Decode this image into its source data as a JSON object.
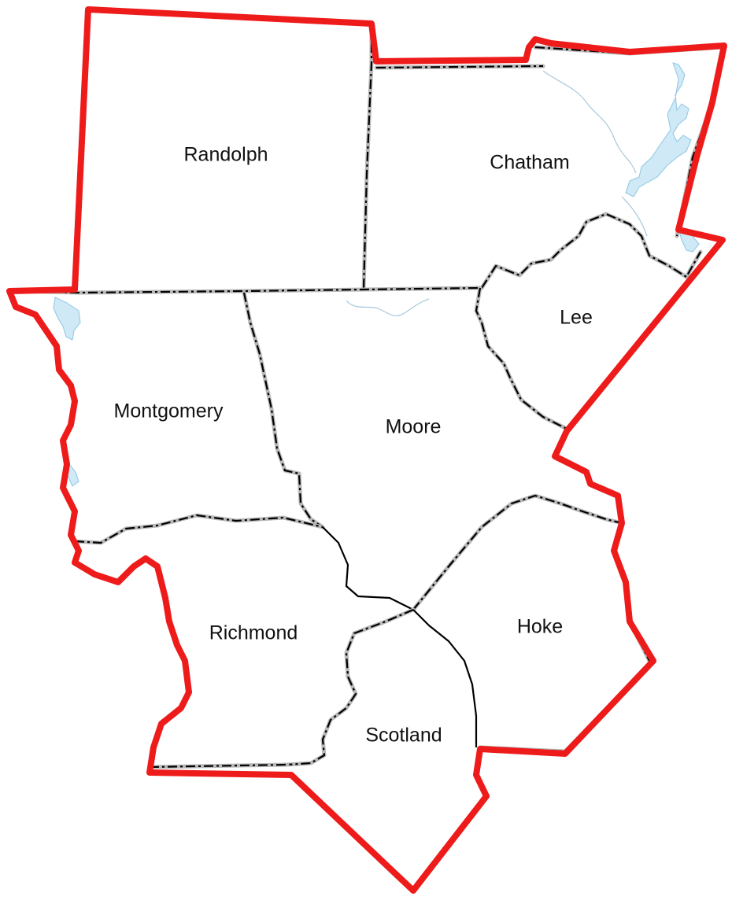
{
  "map": {
    "colors": {
      "region_outline": "#ee1b1b",
      "county_boundary": "#000000",
      "boundary_halo": "#b8b8b8",
      "water": "#cfe9f6",
      "background": "#ffffff"
    },
    "counties": [
      {
        "id": "randolph",
        "label": "Randolph"
      },
      {
        "id": "chatham",
        "label": "Chatham"
      },
      {
        "id": "lee",
        "label": "Lee"
      },
      {
        "id": "montgomery",
        "label": "Montgomery"
      },
      {
        "id": "moore",
        "label": "Moore"
      },
      {
        "id": "richmond",
        "label": "Richmond"
      },
      {
        "id": "hoke",
        "label": "Hoke"
      },
      {
        "id": "scotland",
        "label": "Scotland"
      }
    ]
  }
}
